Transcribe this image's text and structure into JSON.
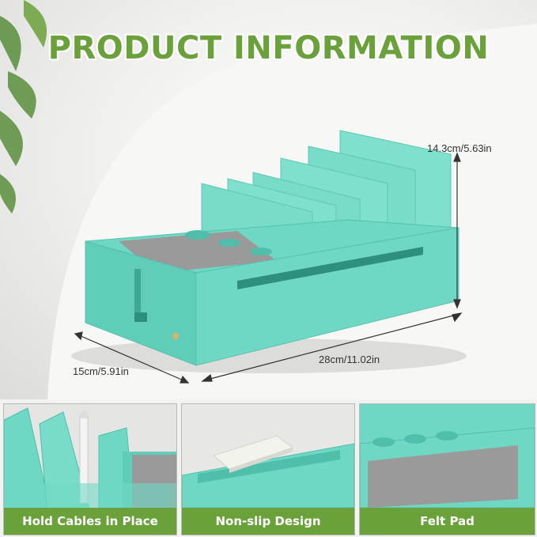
{
  "title": "PRODUCT INFORMATION",
  "dimensions": {
    "height": "14.3cm/5.63in",
    "length": "28cm/11.02in",
    "width": "15cm/5.91in"
  },
  "features": [
    {
      "caption": "Hold Cables in Place"
    },
    {
      "caption": "Non-slip Design"
    },
    {
      "caption": "Felt Pad"
    }
  ],
  "colors": {
    "product": "#6fd8c4",
    "product_shade": "#4fbfab",
    "accent": "#6aa13a",
    "felt": "#9a9a9a"
  }
}
